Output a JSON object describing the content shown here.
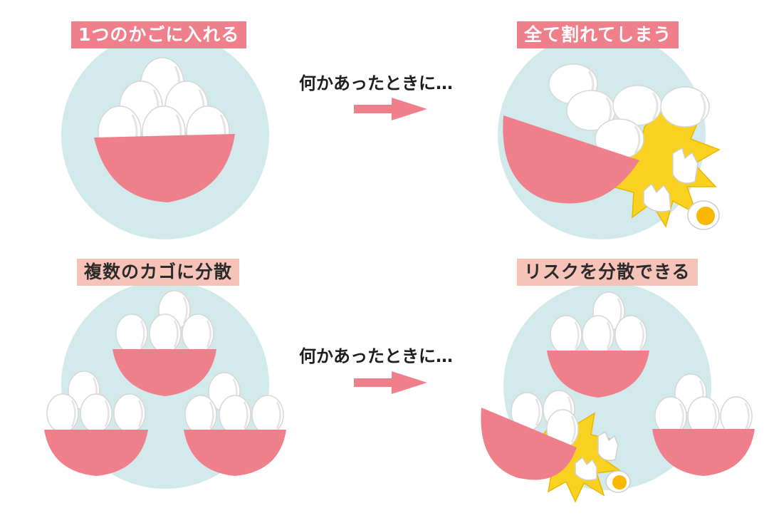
{
  "labels": {
    "single_basket": "1つのかごに入れる",
    "all_broken": "全て割れてしまう",
    "multiple_baskets": "複数のカゴに分散",
    "risk_spread": "リスクを分散できる"
  },
  "captions": {
    "top": "何かあったときに…",
    "bottom": "何かあったときに…"
  },
  "colors": {
    "circle": "#d3eaec",
    "bowl": "#ee7f8b",
    "label_top_bg": "#ee7f8b",
    "label_bottom_bg": "#f6c3b9",
    "arrow": "#ee7f8b",
    "splash": "#f9d120",
    "yolk": "#f9b800",
    "egg": "#ffffff"
  },
  "icons": [
    "egg-icon",
    "bowl-icon",
    "arrow-right-icon",
    "cracked-egg-icon",
    "splash-icon"
  ]
}
